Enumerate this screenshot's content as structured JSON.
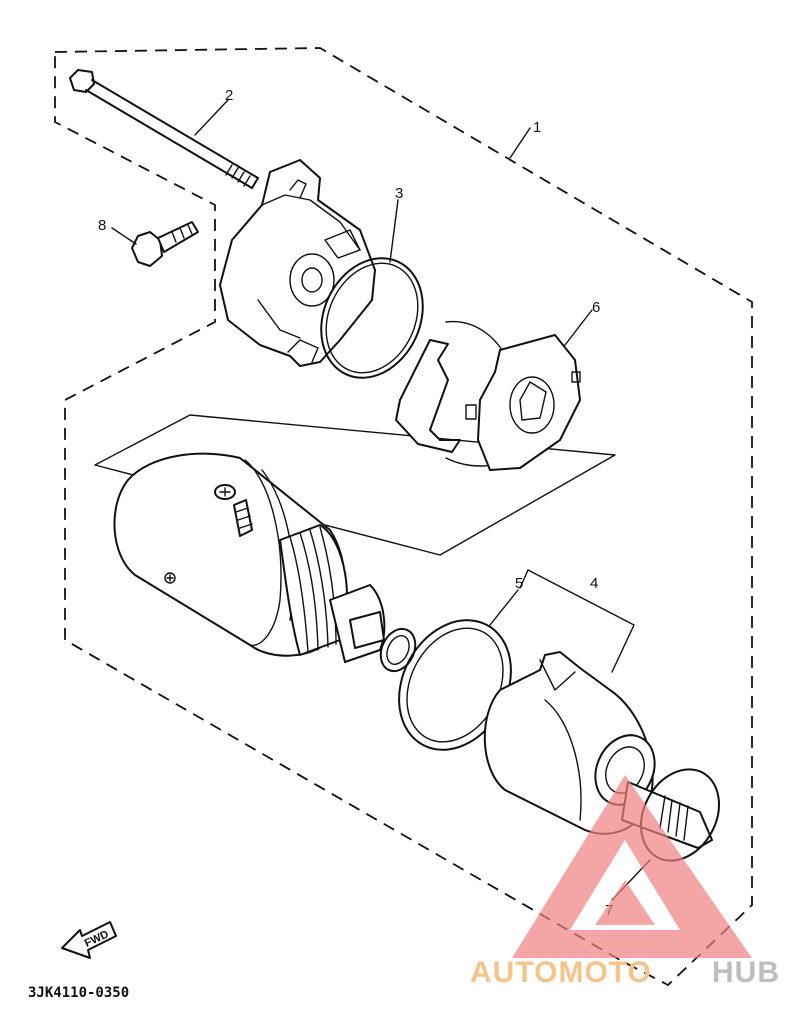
{
  "diagram": {
    "callouts": [
      "1",
      "2",
      "3",
      "4",
      "5",
      "6",
      "7",
      "8"
    ],
    "fwd_label": "FWD",
    "drawing_code": "3JK4110-0350"
  },
  "watermark": {
    "text_a": "AUTOMOTO",
    "text_b": "HUB",
    "color_a": "#f5c48a",
    "color_b": "#bdbdbd",
    "triangle_color": "#f08080"
  }
}
